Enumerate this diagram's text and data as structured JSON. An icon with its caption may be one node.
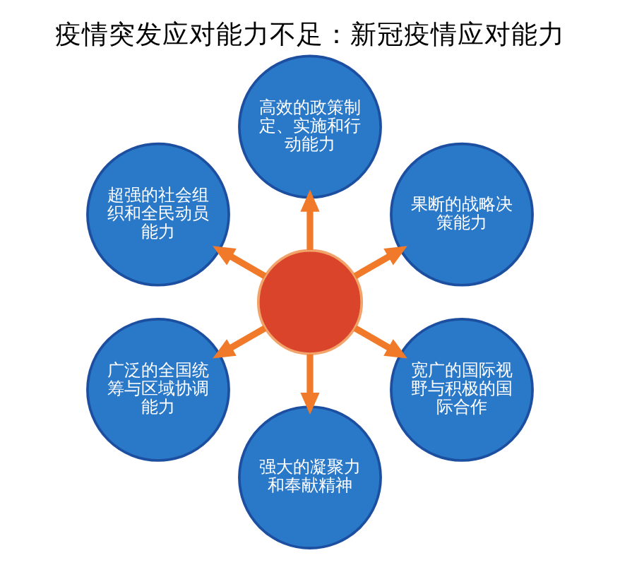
{
  "diagram": {
    "title": "疫情突发应对能力不足：新冠疫情应对能力",
    "nodes": [
      {
        "text": [
          "果断的战略决策能力"
        ]
      },
      {
        "text": [
          "高效的政策制定、实施和行动能力"
        ]
      },
      {
        "text": [
          "超强的社会组织和全民动员能力"
        ]
      },
      {
        "text": [],
        "shape": "circle"
      },
      {
        "text": [
          "广泛的全国统筹与区域协调能力"
        ]
      },
      {
        "text": [
          "强大的凝聚力和奉献精神"
        ]
      },
      {
        "text": [
          "宽广的国际视野与积极的国际合作"
        ]
      }
    ],
    "edges": [
      {
        "from": 3,
        "to": 0,
        "arrow": "to"
      },
      {
        "from": 3,
        "to": 1,
        "arrow": "to"
      },
      {
        "from": 3,
        "to": 2,
        "arrow": "to"
      },
      {
        "from": 3,
        "to": 4,
        "arrow": "to"
      },
      {
        "from": 3,
        "to": 5,
        "arrow": "to"
      },
      {
        "from": 3,
        "to": 6,
        "arrow": "to"
      }
    ]
  }
}
